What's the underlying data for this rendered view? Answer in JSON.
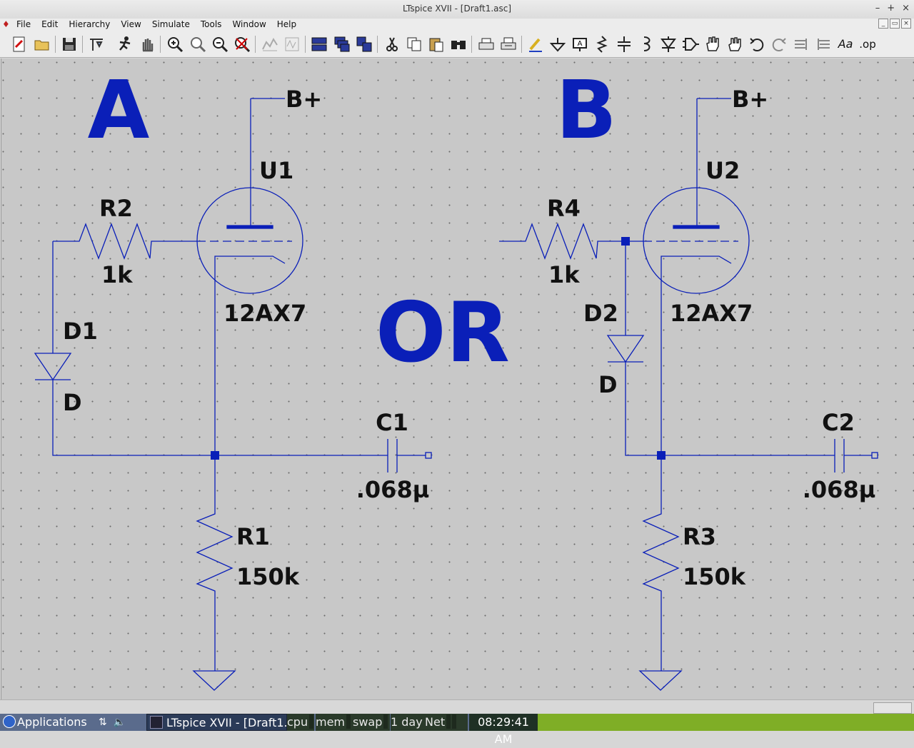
{
  "window": {
    "title": "LTspice XVII - [Draft1.asc]",
    "controls": [
      "–",
      "+",
      "×"
    ]
  },
  "menu": {
    "items": [
      "File",
      "Edit",
      "Hierarchy",
      "View",
      "Simulate",
      "Tools",
      "Window",
      "Help"
    ],
    "mdi_controls": [
      "_",
      "▭",
      "×"
    ]
  },
  "toolbar": {
    "tools": [
      "new-schematic-icon",
      "open-icon",
      "save-icon",
      "control-panel-icon",
      "run-icon",
      "halt-icon",
      "zoom-in-icon",
      "zoom-to-fit-icon",
      "zoom-out-icon",
      "cancel-zoom-icon",
      "autorange-icon",
      "waveform-icon",
      "tile-horizontal-icon",
      "cascade-icon",
      "tile-vertical-icon",
      "cut-icon",
      "copy-icon",
      "paste-icon",
      "find-icon",
      "print-setup-icon",
      "print-icon",
      "draw-wire-icon",
      "ground-icon",
      "label-net-icon",
      "resistor-icon",
      "capacitor-icon",
      "inductor-icon",
      "diode-icon",
      "component-icon",
      "move-icon",
      "drag-icon",
      "undo-icon",
      "redo-icon",
      "rotate-icon",
      "mirror-icon",
      "text-icon",
      "spice-directive-icon"
    ],
    "text_tool_label": "Aa",
    "op_tool_label": ".op"
  },
  "schematic": {
    "wire_color": "#0a1fb8",
    "big_labels": {
      "a": "A",
      "b": "B",
      "or": "OR"
    },
    "circuit_a": {
      "net_label": "B+",
      "tube": {
        "ref": "U1",
        "value": "12AX7"
      },
      "grid_resistor": {
        "ref": "R2",
        "value": "1k"
      },
      "diode": {
        "ref": "D1",
        "value": "D"
      },
      "cathode_resistor": {
        "ref": "R1",
        "value": "150k"
      },
      "capacitor": {
        "ref": "C1",
        "value": ".068µ"
      }
    },
    "circuit_b": {
      "net_label": "B+",
      "tube": {
        "ref": "U2",
        "value": "12AX7"
      },
      "grid_resistor": {
        "ref": "R4",
        "value": "1k"
      },
      "diode": {
        "ref": "D2",
        "value": "D"
      },
      "cathode_resistor": {
        "ref": "R3",
        "value": "150k"
      },
      "capacitor": {
        "ref": "C2",
        "value": ".068µ"
      }
    }
  },
  "taskbar": {
    "applications": "Applications",
    "task_title": "LTspice XVII - [Draft1...",
    "monitors": [
      "cpu",
      "mem",
      "swap",
      "1 day",
      "Net"
    ],
    "clock": "08:29:41 AM"
  }
}
